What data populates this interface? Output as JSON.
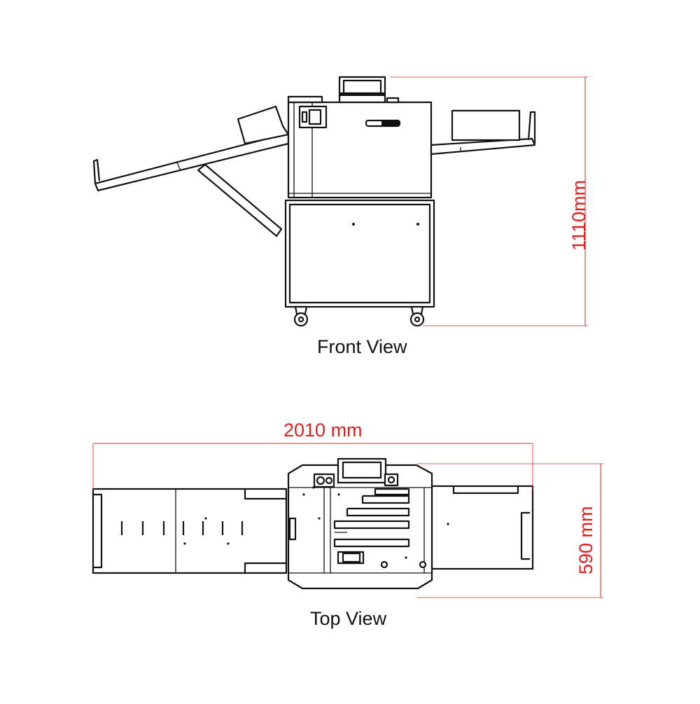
{
  "views": {
    "front": {
      "caption": "Front View"
    },
    "top": {
      "caption": "Top View"
    }
  },
  "dimensions": {
    "height": "1110mm",
    "width": "2010 mm",
    "depth": "590 mm"
  },
  "colors": {
    "dimension": "#e81c1c",
    "line": "#111111",
    "background": "#ffffff"
  }
}
